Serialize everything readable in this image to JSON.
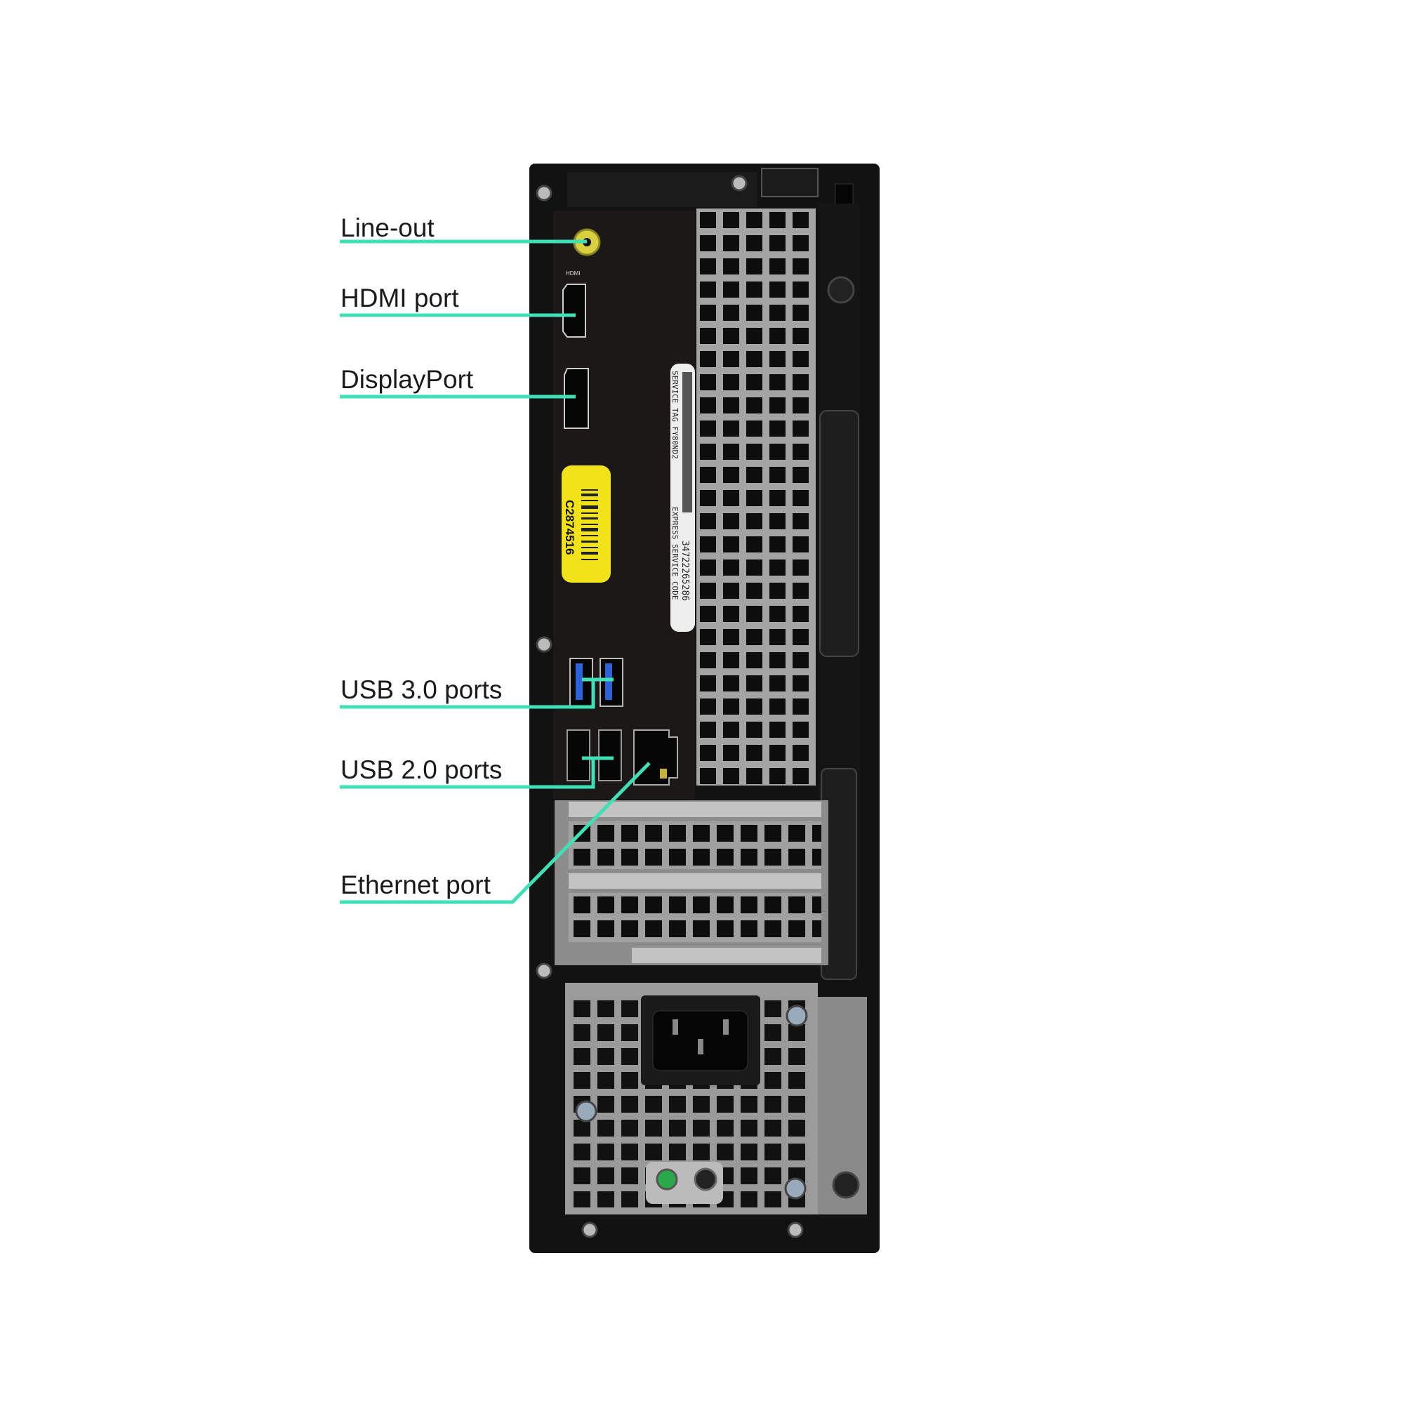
{
  "labels": {
    "line_out": "Line-out",
    "hdmi": "HDMI port",
    "displayport": "DisplayPort",
    "usb3": "USB 3.0 ports",
    "usb2": "USB 2.0 ports",
    "ethernet": "Ethernet port"
  },
  "case": {
    "hdmi_marking": "HDMI",
    "asset_sticker": "C2874516",
    "service_tag": "SERVICE TAG FY80ND2",
    "express_code": "34722265286",
    "express_label": "EXPRESS SERVICE CODE"
  },
  "colors": {
    "callout": "#3fe0b6",
    "sticker": "#f2e21a",
    "usb3_blue": "#2a62d8",
    "line_out_jack": "#d8d040"
  }
}
